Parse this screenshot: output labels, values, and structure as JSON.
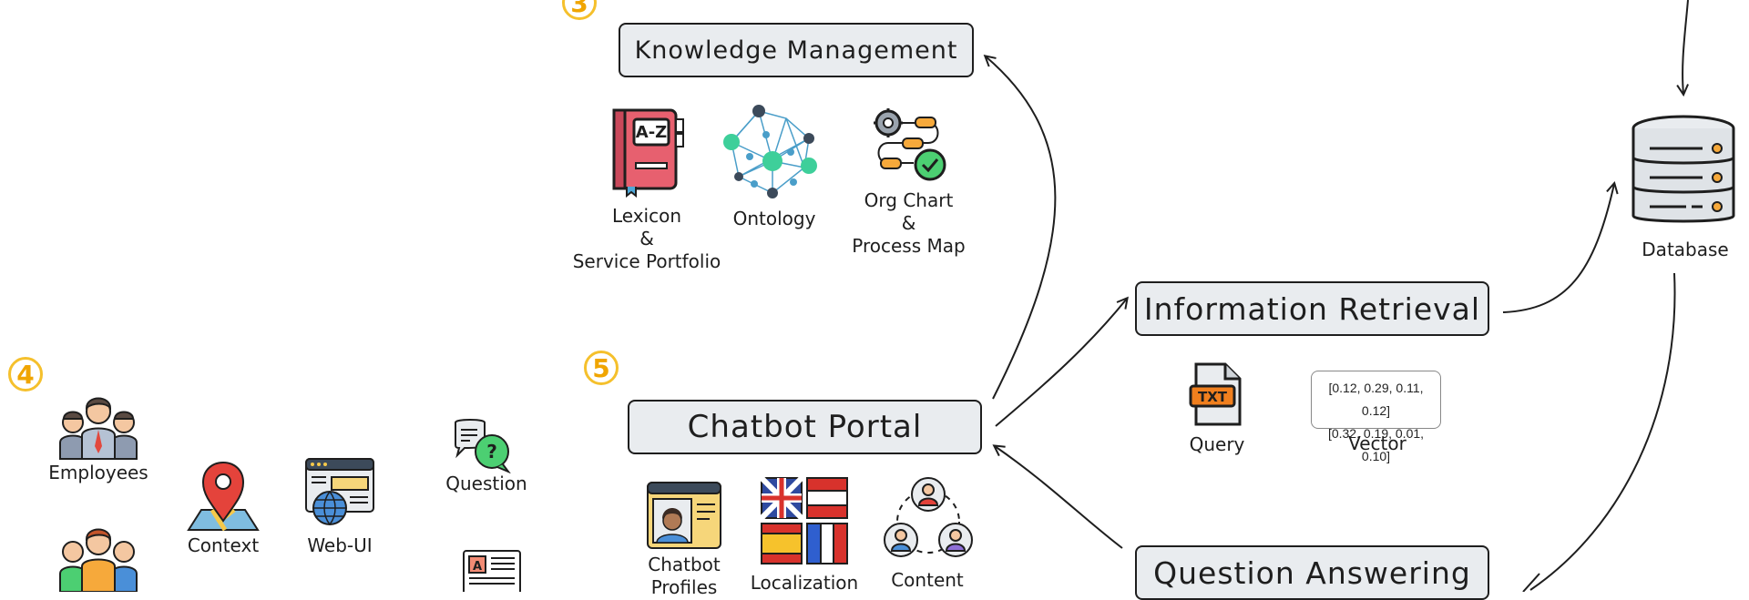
{
  "badges": {
    "top": "3",
    "left": "4",
    "middle": "5"
  },
  "boxes": {
    "knowledge_management": "Knowledge Management",
    "chatbot_portal": "Chatbot Portal",
    "information_retrieval": "Information Retrieval",
    "question_answering": "Question Answering"
  },
  "knowledge": {
    "lexicon": [
      "Lexicon",
      "&",
      "Service Portfolio"
    ],
    "ontology": "Ontology",
    "org_chart": [
      "Org Chart",
      "&",
      "Process Map"
    ]
  },
  "retrieval": {
    "query": "Query",
    "vector": "Vector",
    "vector_rows": [
      "[0.12, 0.29, 0.11, 0.12]",
      "[0.32, 0.19, 0.01, 0.10]"
    ],
    "txt_label": "TXT"
  },
  "database": "Database",
  "left_panel": {
    "employees": "Employees",
    "context": "Context",
    "web_ui": "Web-UI",
    "question": "Question"
  },
  "portal": {
    "chatbot_profiles": [
      "Chatbot",
      "Profiles"
    ],
    "localization": "Localization",
    "content": "Content"
  },
  "colors": {
    "badge": "#f5c02c",
    "box_fill": "#e9ecef",
    "stroke": "#1e1e1e"
  }
}
